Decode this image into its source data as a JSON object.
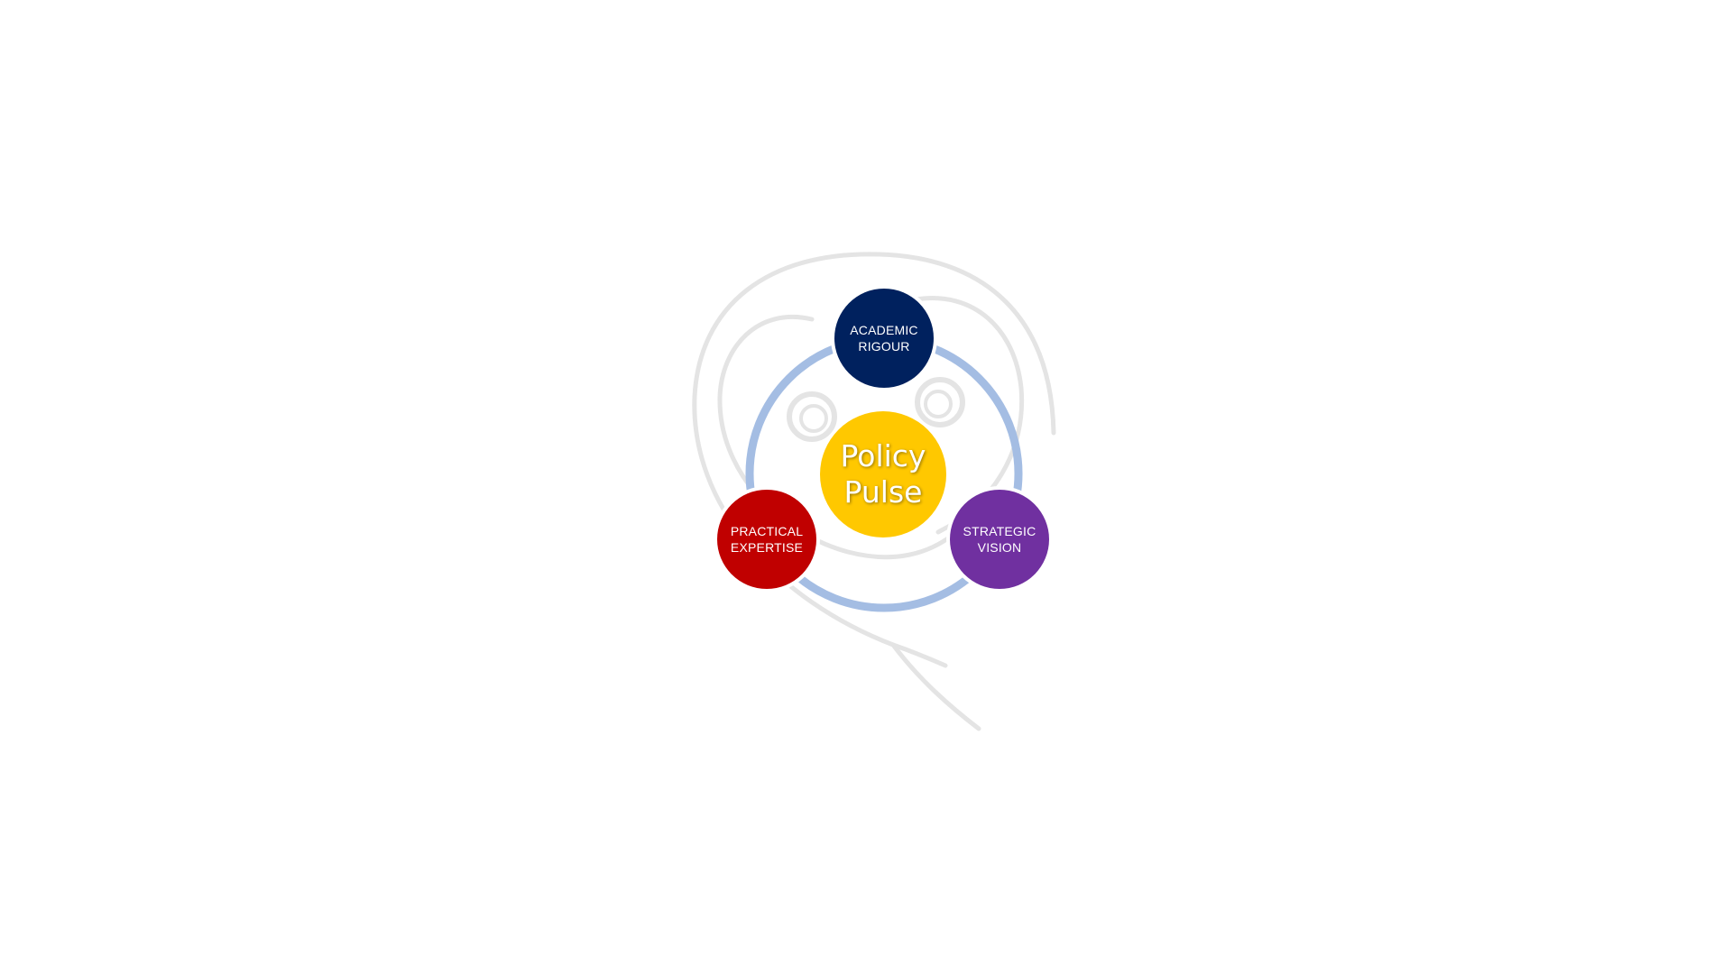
{
  "diagram": {
    "center": {
      "line1": "Policy",
      "line2": "Pulse",
      "color": "#FFC800"
    },
    "nodes": {
      "top": {
        "line1": "ACADEMIC",
        "line2": "RIGOUR",
        "color": "#00215E"
      },
      "left": {
        "line1": "PRACTICAL",
        "line2": "EXPERTISE",
        "color": "#C00000"
      },
      "right": {
        "line1": "STRATEGIC",
        "line2": "VISION",
        "color": "#7030A0"
      }
    },
    "ring_color": "#A4BDE3",
    "swirl_color": "#E4E4E4"
  }
}
